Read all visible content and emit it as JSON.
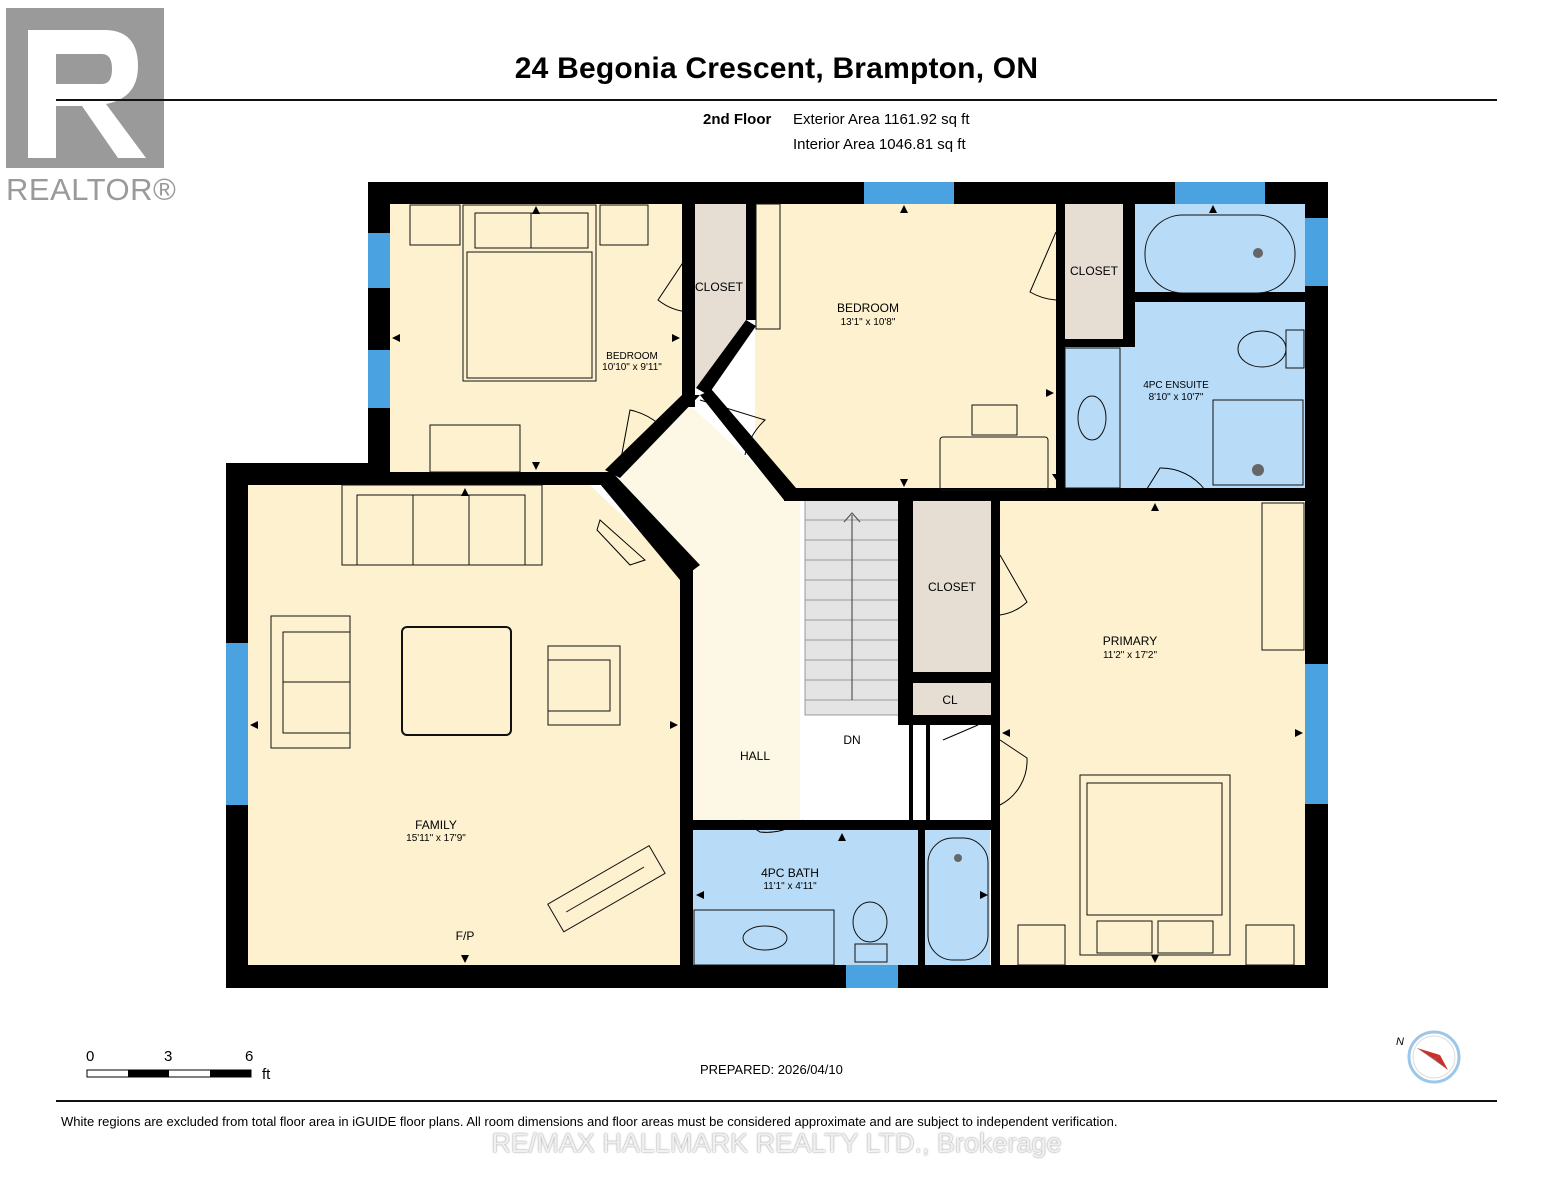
{
  "header": {
    "title": "24 Begonia Crescent, Brampton, ON",
    "floor": "2nd Floor",
    "exterior_area": "Exterior Area 1161.92 sq ft",
    "interior_area": "Interior Area 1046.81 sq ft"
  },
  "logo": {
    "text": "REALTOR®",
    "icon": "realtor-r-logo"
  },
  "rooms": {
    "bedroom_nw": {
      "name": "BEDROOM",
      "dims": "10'10\" x 9'11\""
    },
    "bedroom_n": {
      "name": "BEDROOM",
      "dims": "13'1\" x 10'8\""
    },
    "ensuite": {
      "name": "4PC ENSUITE",
      "dims": "8'10\" x 10'7\""
    },
    "primary": {
      "name": "PRIMARY",
      "dims": "11'2\" x 17'2\""
    },
    "family": {
      "name": "FAMILY",
      "dims": "15'11\" x 17'9\""
    },
    "bath": {
      "name": "4PC BATH",
      "dims": "11'1\" x 4'11\""
    },
    "hall": {
      "name": "HALL"
    },
    "closet_1": {
      "name": "CLOSET"
    },
    "closet_2": {
      "name": "CLOSET"
    },
    "closet_3": {
      "name": "CLOSET"
    },
    "cl": {
      "name": "CL"
    }
  },
  "labels": {
    "stairs": "DN",
    "fireplace": "F/P"
  },
  "scale": {
    "ticks": [
      "0",
      "3",
      "6"
    ],
    "unit": "ft"
  },
  "compass": {
    "north": "N",
    "icon": "compass-icon"
  },
  "prepared": "PREPARED: 2026/04/10",
  "disclaimer": "White regions are excluded from total floor area in iGUIDE floor plans. All room dimensions and floor areas must be considered approximate and are subject to independent verification.",
  "brokerage": "RE/MAX HALLMARK REALTY LTD., Brokerage",
  "colors": {
    "room_yellow": "#fdf1cf",
    "room_blue": "#b8dcf8",
    "closet_tan": "#e6ddd3",
    "hall_cream": "#fdf8e6",
    "wall": "#000000",
    "window": "#4aa3e0",
    "logo_gray": "#9a9a9a"
  }
}
